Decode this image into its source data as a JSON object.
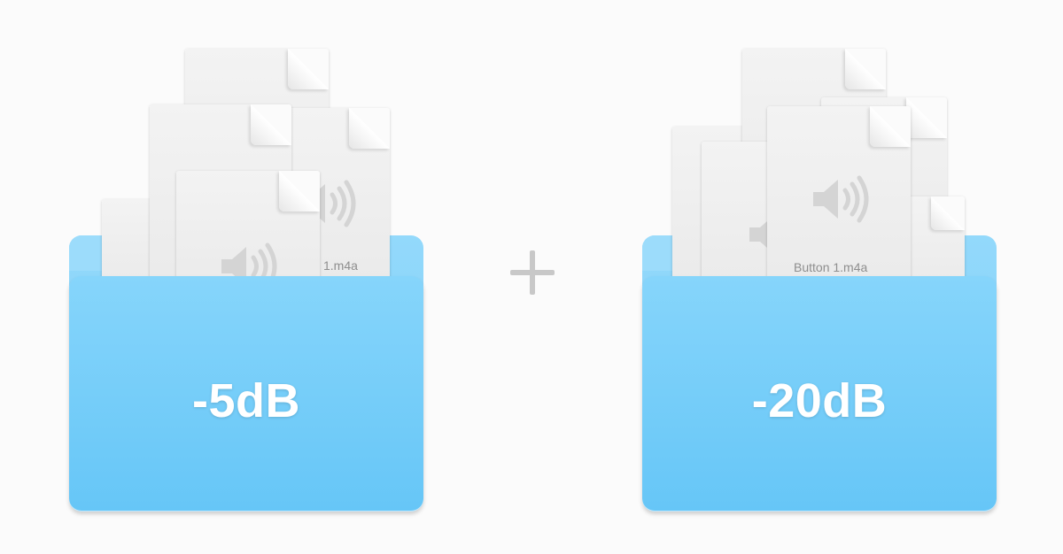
{
  "folders": [
    {
      "label": "-5dB",
      "file_label": "1.m4a"
    },
    {
      "label": "-20dB",
      "file_label": "Button 1.m4a"
    }
  ],
  "operator": "+",
  "colors": {
    "folder_top": "#86d5fb",
    "folder_bottom": "#66c6f7",
    "document": "#eeeeee",
    "operator": "#c8c8c8"
  },
  "icons": {
    "document": "audio-file-icon",
    "speaker": "speaker-icon",
    "operator": "plus-icon"
  }
}
